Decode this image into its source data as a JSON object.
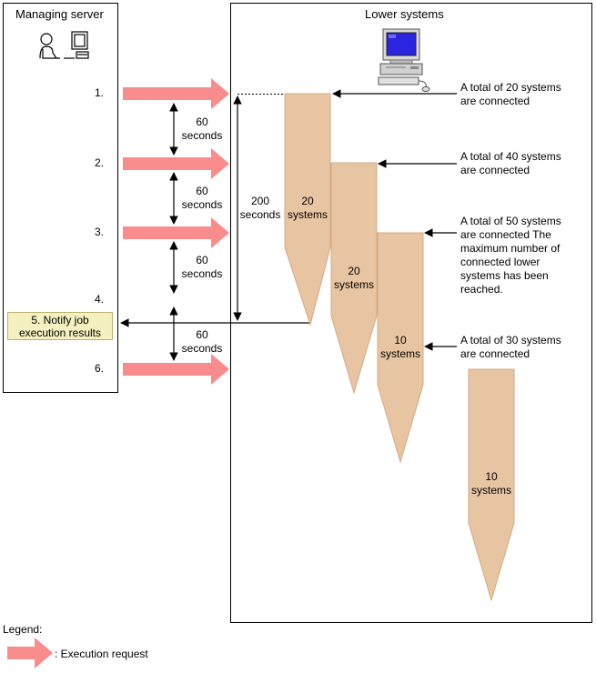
{
  "colors": {
    "request_arrow": "#f98c8c",
    "pillar_fill": "#e8c5a2",
    "pillar_stroke": "#d4aa82",
    "notify_box_fill": "#f5f0c0",
    "box_border": "#000000"
  },
  "managing_server": {
    "title": "Managing server",
    "icon": "user-at-computer-icon",
    "steps": [
      "1.",
      "2.",
      "3.",
      "4.",
      "6."
    ],
    "notify_label": "5. Notify job execution results"
  },
  "intervals": [
    {
      "value": "60",
      "unit": "seconds"
    },
    {
      "value": "60",
      "unit": "seconds"
    },
    {
      "value": "60",
      "unit": "seconds"
    },
    {
      "value": "60",
      "unit": "seconds"
    }
  ],
  "total_interval": {
    "value": "200",
    "unit": "seconds"
  },
  "lower_systems": {
    "title": "Lower systems",
    "icon": "desktop-computer-icon",
    "pillars": [
      {
        "count": "20",
        "unit": "systems"
      },
      {
        "count": "20",
        "unit": "systems"
      },
      {
        "count": "10",
        "unit": "systems"
      },
      {
        "count": "10",
        "unit": "systems"
      }
    ],
    "annotations": [
      "A total of 20 systems are connected",
      "A total of 40 systems are connected",
      "A total of 50 systems are connected The maximum number of connected lower systems has been reached.",
      "A total of 30 systems are connected"
    ]
  },
  "legend": {
    "title": "Legend:",
    "items": [
      {
        "icon": "execution-request-arrow-icon",
        "label": ": Execution request"
      }
    ]
  }
}
